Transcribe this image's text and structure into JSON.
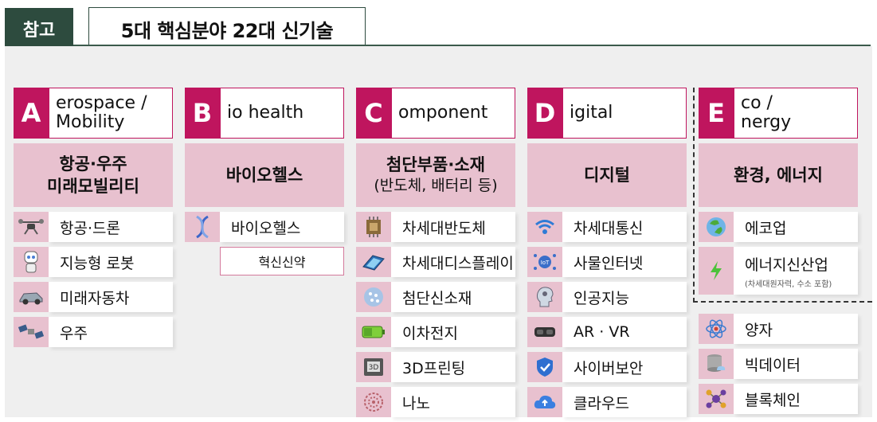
{
  "header": {
    "tag": "참고",
    "title": "5대 핵심분야 22대 신기술"
  },
  "columns": [
    {
      "letter": "A",
      "word": "erospace /\nMobility",
      "korean": "항공·우주\n미래모빌리티",
      "items": [
        {
          "icon": "drone-icon",
          "label": "항공·드론"
        },
        {
          "icon": "robot-icon",
          "label": "지능형 로봇"
        },
        {
          "icon": "future-car-icon",
          "label": "미래자동차"
        },
        {
          "icon": "satellite-icon",
          "label": "우주"
        }
      ]
    },
    {
      "letter": "B",
      "word": "io health",
      "korean": "바이오헬스",
      "items": [
        {
          "icon": "dna-icon",
          "label": "바이오헬스"
        }
      ],
      "extra": "혁신신약"
    },
    {
      "letter": "C",
      "word": "omponent",
      "korean": "첨단부품·소재",
      "korean_sub": "(반도체, 배터리 등)",
      "items": [
        {
          "icon": "chip-icon",
          "label": "차세대반도체"
        },
        {
          "icon": "display-icon",
          "label": "차세대디스플레이"
        },
        {
          "icon": "material-sphere-icon",
          "label": "첨단신소재"
        },
        {
          "icon": "battery-icon",
          "label": "이차전지"
        },
        {
          "icon": "3d-print-icon",
          "label": "3D프린팅"
        },
        {
          "icon": "nano-icon",
          "label": "나노"
        }
      ]
    },
    {
      "letter": "D",
      "word": "igital",
      "korean": "디지털",
      "items": [
        {
          "icon": "wifi-icon",
          "label": "차세대통신"
        },
        {
          "icon": "iot-icon",
          "label": "사물인터넷"
        },
        {
          "icon": "ai-head-icon",
          "label": "인공지능"
        },
        {
          "icon": "vr-headset-icon",
          "label": "AR · VR"
        },
        {
          "icon": "shield-icon",
          "label": "사이버보안"
        },
        {
          "icon": "cloud-icon",
          "label": "클라우드"
        }
      ]
    },
    {
      "letter": "E",
      "word": "co /\nnergy",
      "korean": "환경, 에너지",
      "items": [
        {
          "icon": "recycle-globe-icon",
          "label": "에코업"
        },
        {
          "icon": "lightning-icon",
          "label": "에너지신산업",
          "note": "(차세대원자력, 수소 포함)"
        }
      ],
      "items2": [
        {
          "icon": "atom-icon",
          "label": "양자"
        },
        {
          "icon": "database-icon",
          "label": "빅데이터"
        },
        {
          "icon": "blockchain-icon",
          "label": "블록체인"
        }
      ]
    }
  ],
  "colors": {
    "brand_green": "#2d4b3e",
    "accent_magenta": "#bf155e",
    "pink": "#e8c1cf"
  }
}
